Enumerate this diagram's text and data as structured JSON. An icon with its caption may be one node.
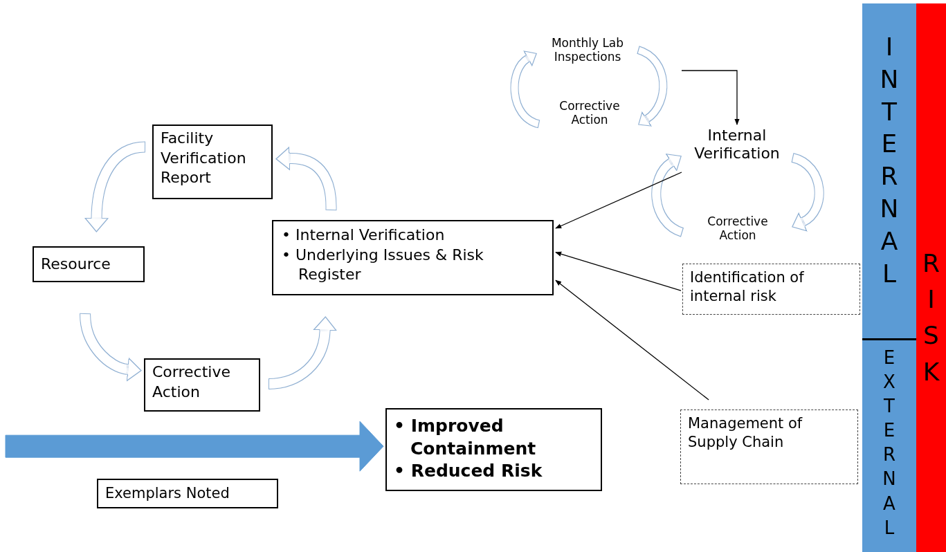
{
  "diagram": {
    "nodes": [
      {
        "text": [
          "Facility Verification Report"
        ]
      },
      {
        "text": [
          "Resource"
        ]
      },
      {
        "text": [
          "Corrective Action"
        ]
      },
      {
        "text": [
          "• Internal Verification",
          "• Underlying Issues & Risk Register"
        ]
      },
      {
        "text": [
          "• Improved Containment",
          "• Reduced Risk"
        ]
      },
      {
        "text": [
          "Exemplars Noted"
        ]
      },
      {
        "text": [
          "Monthly Lab Inspections"
        ]
      },
      {
        "text": [
          "Corrective Action"
        ]
      },
      {
        "text": [
          "Internal Verification"
        ]
      },
      {
        "text": [
          "Corrective Action"
        ]
      },
      {
        "text": [
          "Identification of internal risk"
        ]
      },
      {
        "text": [
          "Management of Supply Chain"
        ]
      },
      {
        "text": [
          "INTERNAL"
        ]
      },
      {
        "text": [
          "EXTERNAL"
        ]
      },
      {
        "text": [
          "RISK"
        ]
      }
    ],
    "edges": [
      {
        "from": 3,
        "to": 0,
        "arrow": "to"
      },
      {
        "from": 0,
        "to": 1,
        "arrow": "to"
      },
      {
        "from": 1,
        "to": 2,
        "arrow": "to"
      },
      {
        "from": 2,
        "to": 3,
        "arrow": "to"
      },
      {
        "from": 7,
        "to": 6,
        "arrow": "to"
      },
      {
        "from": 6,
        "to": 7,
        "arrow": "to"
      },
      {
        "from": 6,
        "to": 8,
        "arrow": "to",
        "color": "#000000"
      },
      {
        "from": 9,
        "to": 8,
        "arrow": "to"
      },
      {
        "from": 8,
        "to": 9,
        "arrow": "to"
      },
      {
        "from": 8,
        "to": 3,
        "arrow": "to",
        "color": "#000000"
      },
      {
        "from": 10,
        "to": 3,
        "arrow": "to",
        "color": "#000000"
      },
      {
        "from": 11,
        "to": 3,
        "arrow": "to",
        "color": "#000000"
      },
      {
        "from": null,
        "to": 4,
        "arrow": "to",
        "style": "thick",
        "color": "#5b9bd5"
      }
    ]
  }
}
